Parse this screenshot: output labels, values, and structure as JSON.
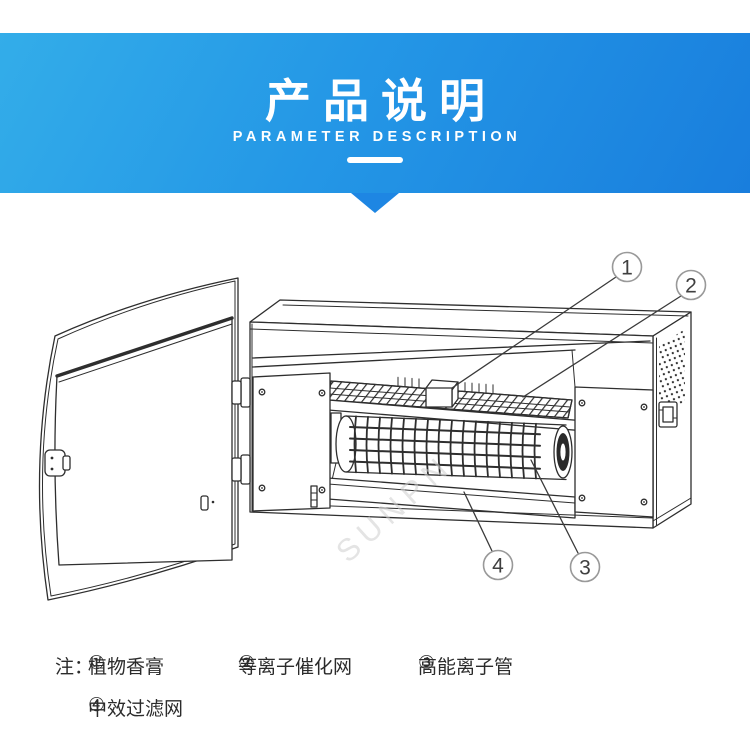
{
  "header": {
    "title": "产品说明",
    "subtitle": "PARAMETER DESCRIPTION"
  },
  "diagram": {
    "watermark": "SUNPN",
    "callouts": {
      "c1": "1",
      "c2": "2",
      "c3": "3",
      "c4": "4"
    }
  },
  "legend": {
    "note": "注：",
    "items": [
      {
        "num": "①",
        "label": "植物香膏"
      },
      {
        "num": "②",
        "label": "等离子催化网"
      },
      {
        "num": "③",
        "label": "高能离子管"
      },
      {
        "num": "④",
        "label": "中效过滤网"
      }
    ]
  },
  "colors": {
    "banner_gradient_start": "#33ade9",
    "banner_gradient_end": "#197edd",
    "pointer_blue": "#1e86e3",
    "line_art": "#2e2e2e",
    "callout_ring": "#999999",
    "text": "#2b2b2b"
  }
}
